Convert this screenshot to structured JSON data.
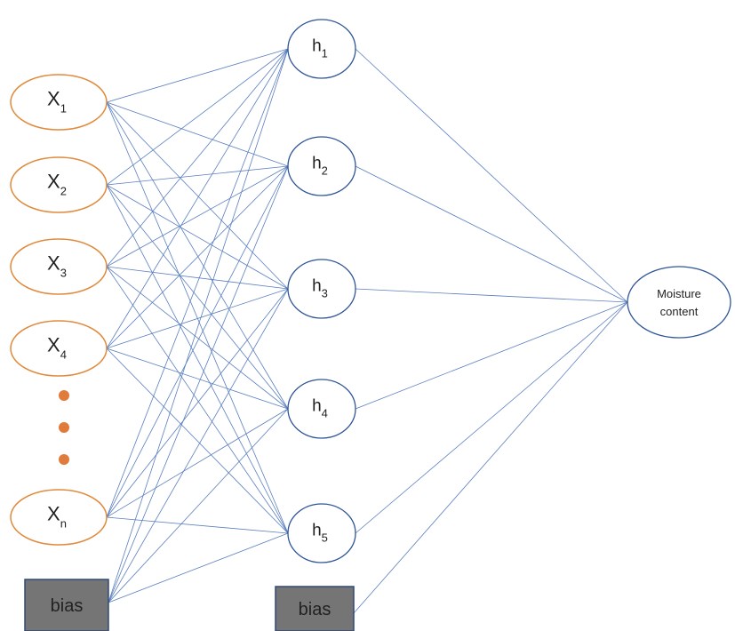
{
  "colors": {
    "input_stroke": "#e08a3c",
    "hidden_stroke": "#2f5597",
    "output_stroke": "#2f5597",
    "edge": "#5b7fc0",
    "ellipsis_dot": "#e07b39",
    "bias_fill": "#757575",
    "bias_stroke": "#2f4a7a",
    "text": "#222222"
  },
  "input_layer": {
    "nodes": [
      {
        "id": "x1",
        "main": "X",
        "sub": "1"
      },
      {
        "id": "x2",
        "main": "X",
        "sub": "2"
      },
      {
        "id": "x3",
        "main": "X",
        "sub": "3"
      },
      {
        "id": "x4",
        "main": "X",
        "sub": "4"
      },
      {
        "id": "xn",
        "main": "X",
        "sub": "n"
      }
    ],
    "ellipsis_dot_count": 3,
    "bias_label": "bias"
  },
  "hidden_layer": {
    "nodes": [
      {
        "id": "h1",
        "main": "h",
        "sub": "1"
      },
      {
        "id": "h2",
        "main": "h",
        "sub": "2"
      },
      {
        "id": "h3",
        "main": "h",
        "sub": "3"
      },
      {
        "id": "h4",
        "main": "h",
        "sub": "4"
      },
      {
        "id": "h5",
        "main": "h",
        "sub": "5"
      }
    ],
    "bias_label": "bias"
  },
  "output_layer": {
    "nodes": [
      {
        "id": "moisture",
        "line1": "Moisture",
        "line2": "content"
      }
    ]
  }
}
